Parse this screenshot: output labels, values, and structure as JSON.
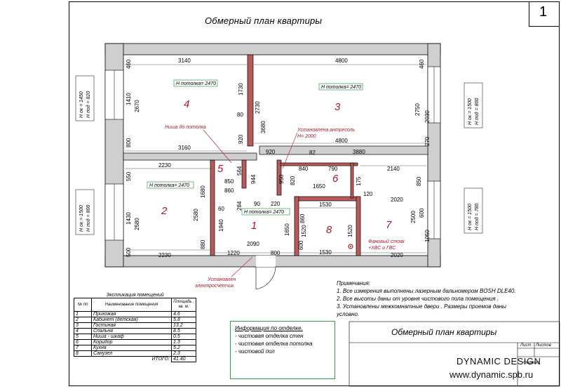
{
  "header": {
    "title": "Обмерный план квартиры",
    "sheet_number": "1"
  },
  "rooms": [
    {
      "num": "4",
      "ceiling": "Н потолка= 2470"
    },
    {
      "num": "3",
      "ceiling": "Н потолка= 2470"
    },
    {
      "num": "2",
      "ceiling": "Н потолка= 2470"
    },
    {
      "num": "1",
      "ceiling": "Н потолка= 2470"
    },
    {
      "num": "5"
    },
    {
      "num": "6"
    },
    {
      "num": "7"
    },
    {
      "num": "8"
    }
  ],
  "annotations": {
    "niche": "Ниша до потолка",
    "mezzanine_1": "Установлена антресоль",
    "mezzanine_2": "Н= 2000",
    "meter_1": "Установлен",
    "meter_2": "электросчетчик",
    "riser_1": "Фановый стояк",
    "riser_2": "+ХВС и ГВС"
  },
  "windows": [
    {
      "h_ok": "Н ок = 1450",
      "h_pod": "Н под = 820"
    },
    {
      "h_ok": "Н ок = 1500",
      "h_pod": "Н под = 800"
    },
    {
      "h_ok": "Н ок = 1500",
      "h_pod": "Н под = 800"
    },
    {
      "h_ok": "Н ок = 1500",
      "h_pod": "Н под = 780"
    }
  ],
  "dims": {
    "d3140": "3140",
    "d4800a": "4800",
    "d460a": "460",
    "d460b": "460",
    "d1410": "1410",
    "d2670": "2670",
    "d1730": "1730",
    "d80a": "80",
    "d2730": "2730",
    "d3680": "3680",
    "d920a": "920",
    "d800": "800",
    "d2750": "2750",
    "d2030": "2030",
    "d270": "270",
    "d3160": "3160",
    "d920b": "920",
    "d4800b": "4800",
    "d82": "82",
    "d3880": "3880",
    "d2230a": "2230",
    "d564": "564",
    "d950": "950",
    "d840": "840",
    "d790": "790",
    "d2140": "2140",
    "d550": "550",
    "d1680": "1680",
    "d850a": "850",
    "d944": "944",
    "d820": "820",
    "d1650a": "1650",
    "d175": "175",
    "d850b": "850",
    "d120": "120",
    "d2020a": "2020",
    "d1430": "1430",
    "d2580a": "2580",
    "d2580b": "2580",
    "d60a": "60",
    "d284": "284",
    "d90": "90",
    "d220": "220",
    "d1530a": "1530",
    "d2500": "2500",
    "d600a": "600",
    "d1940": "1940",
    "d860": "860",
    "d1520a": "1520",
    "d1520b": "1520",
    "d1650b": "1650",
    "d1050": "1050",
    "d2090": "2090",
    "d600b": "600",
    "d880": "880",
    "d500": "500",
    "d2230b": "2230",
    "d1220": "1220",
    "d800b": "800",
    "d1530b": "1530",
    "d2020b": "2020"
  },
  "notes": {
    "title": "Примечания:",
    "n1": "1. Все измерения выполнены лазерным дальномером    BOSH DLE40.",
    "n2": "2. Все высоты даны от уровня чистового пола  помещения  .",
    "n3": "3. Установлены межкомнатные двери  . Размеры проемов даны",
    "n3b": "условно."
  },
  "explication": {
    "title": "Экспликация помещений",
    "headers": [
      "№ пп",
      "Наименование помещения",
      "Площадь , кв. м."
    ],
    "rows": [
      [
        "1",
        "Прихожая",
        "4.6"
      ],
      [
        "2",
        "Кабинет (детская)",
        "5.8"
      ],
      [
        "3",
        "Гостиная",
        "13.2"
      ],
      [
        "4",
        "Спальня",
        "8.5"
      ],
      [
        "5",
        "Ниша - шкаф",
        "0.5"
      ],
      [
        "6",
        "Коридор",
        "1.3"
      ],
      [
        "7",
        "Кухня",
        "5.2"
      ],
      [
        "8",
        "Санузел",
        "2.3"
      ]
    ],
    "total_label": "ИТОГО:",
    "total_value": "41.40"
  },
  "finish_info": {
    "title": "Информация по отделке.",
    "items": [
      "- чистовая отделка стен",
      "- чистовая отделка потолка",
      "- чистовой пол"
    ]
  },
  "title_block": {
    "name": "Обмерный план квартиры",
    "sheet_label": "Лист",
    "sheets_label": "Листов",
    "format_label": "Формат"
  },
  "brand": {
    "name": "DYNAMIC DESIGN",
    "url": "www.dynamic.spb.ru"
  }
}
